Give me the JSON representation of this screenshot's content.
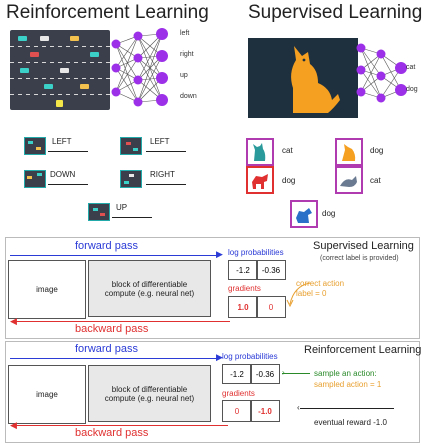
{
  "rl_title": "Reinforcement Learning",
  "sl_title": "Supervised Learning",
  "rl_outputs": [
    "left",
    "right",
    "up",
    "down"
  ],
  "sl_outputs": [
    "cat",
    "dog"
  ],
  "rl_examples": [
    "LEFT",
    "LEFT",
    "DOWN",
    "RIGHT",
    "UP"
  ],
  "sl_examples": [
    "cat",
    "dog",
    "dog",
    "cat",
    "dog"
  ],
  "colors": {
    "node": "#9b30e8",
    "border_cyan": "#2aa",
    "sl_border": "#b03ab0",
    "red_border": "#e03030",
    "blue": "#2b3bd6",
    "red": "#e03030",
    "orange": "#e8a030",
    "green": "#2a8a2a"
  },
  "icons": [
    "car-game-icon",
    "dog-silhouette-icon",
    "cat-icon",
    "dog-icon"
  ],
  "sup": {
    "title": "Supervised Learning",
    "subtitle": "(correct label is provided)",
    "forward": "forward pass",
    "backward": "backward pass",
    "image": "image",
    "block": "block of differentiable compute (e.g. neural net)",
    "logprob_label": "log probabilities",
    "logprobs": [
      "-1.2",
      "-0.36"
    ],
    "gradients_label": "gradients",
    "gradients": [
      "1.0",
      "0"
    ],
    "correct_action": "correct action",
    "label_eq": "label = 0"
  },
  "rl": {
    "title": "Reinforcement Learning",
    "forward": "forward pass",
    "backward": "backward pass",
    "image": "image",
    "block": "block of differentiable compute (e.g. neural net)",
    "logprob_label": "log probabilities",
    "logprobs": [
      "-1.2",
      "-0.36"
    ],
    "gradients_label": "gradients",
    "gradients": [
      "0",
      "-1.0"
    ],
    "sample": "sample an action:",
    "sampled": "sampled action = 1",
    "reward": "eventual reward -1.0"
  }
}
